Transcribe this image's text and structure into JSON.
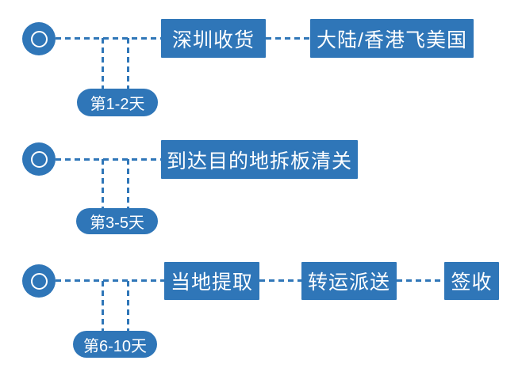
{
  "diagram": {
    "accent_color": "#2f76b8",
    "text_color": "#ffffff",
    "rows": [
      {
        "day_label": "第1-2天",
        "steps": [
          "深圳收货",
          "大陆/香港飞美国"
        ]
      },
      {
        "day_label": "第3-5天",
        "steps": [
          "到达目的地拆板清关"
        ]
      },
      {
        "day_label": "第6-10天",
        "steps": [
          "当地提取",
          "转运派送",
          "签收"
        ]
      }
    ]
  }
}
